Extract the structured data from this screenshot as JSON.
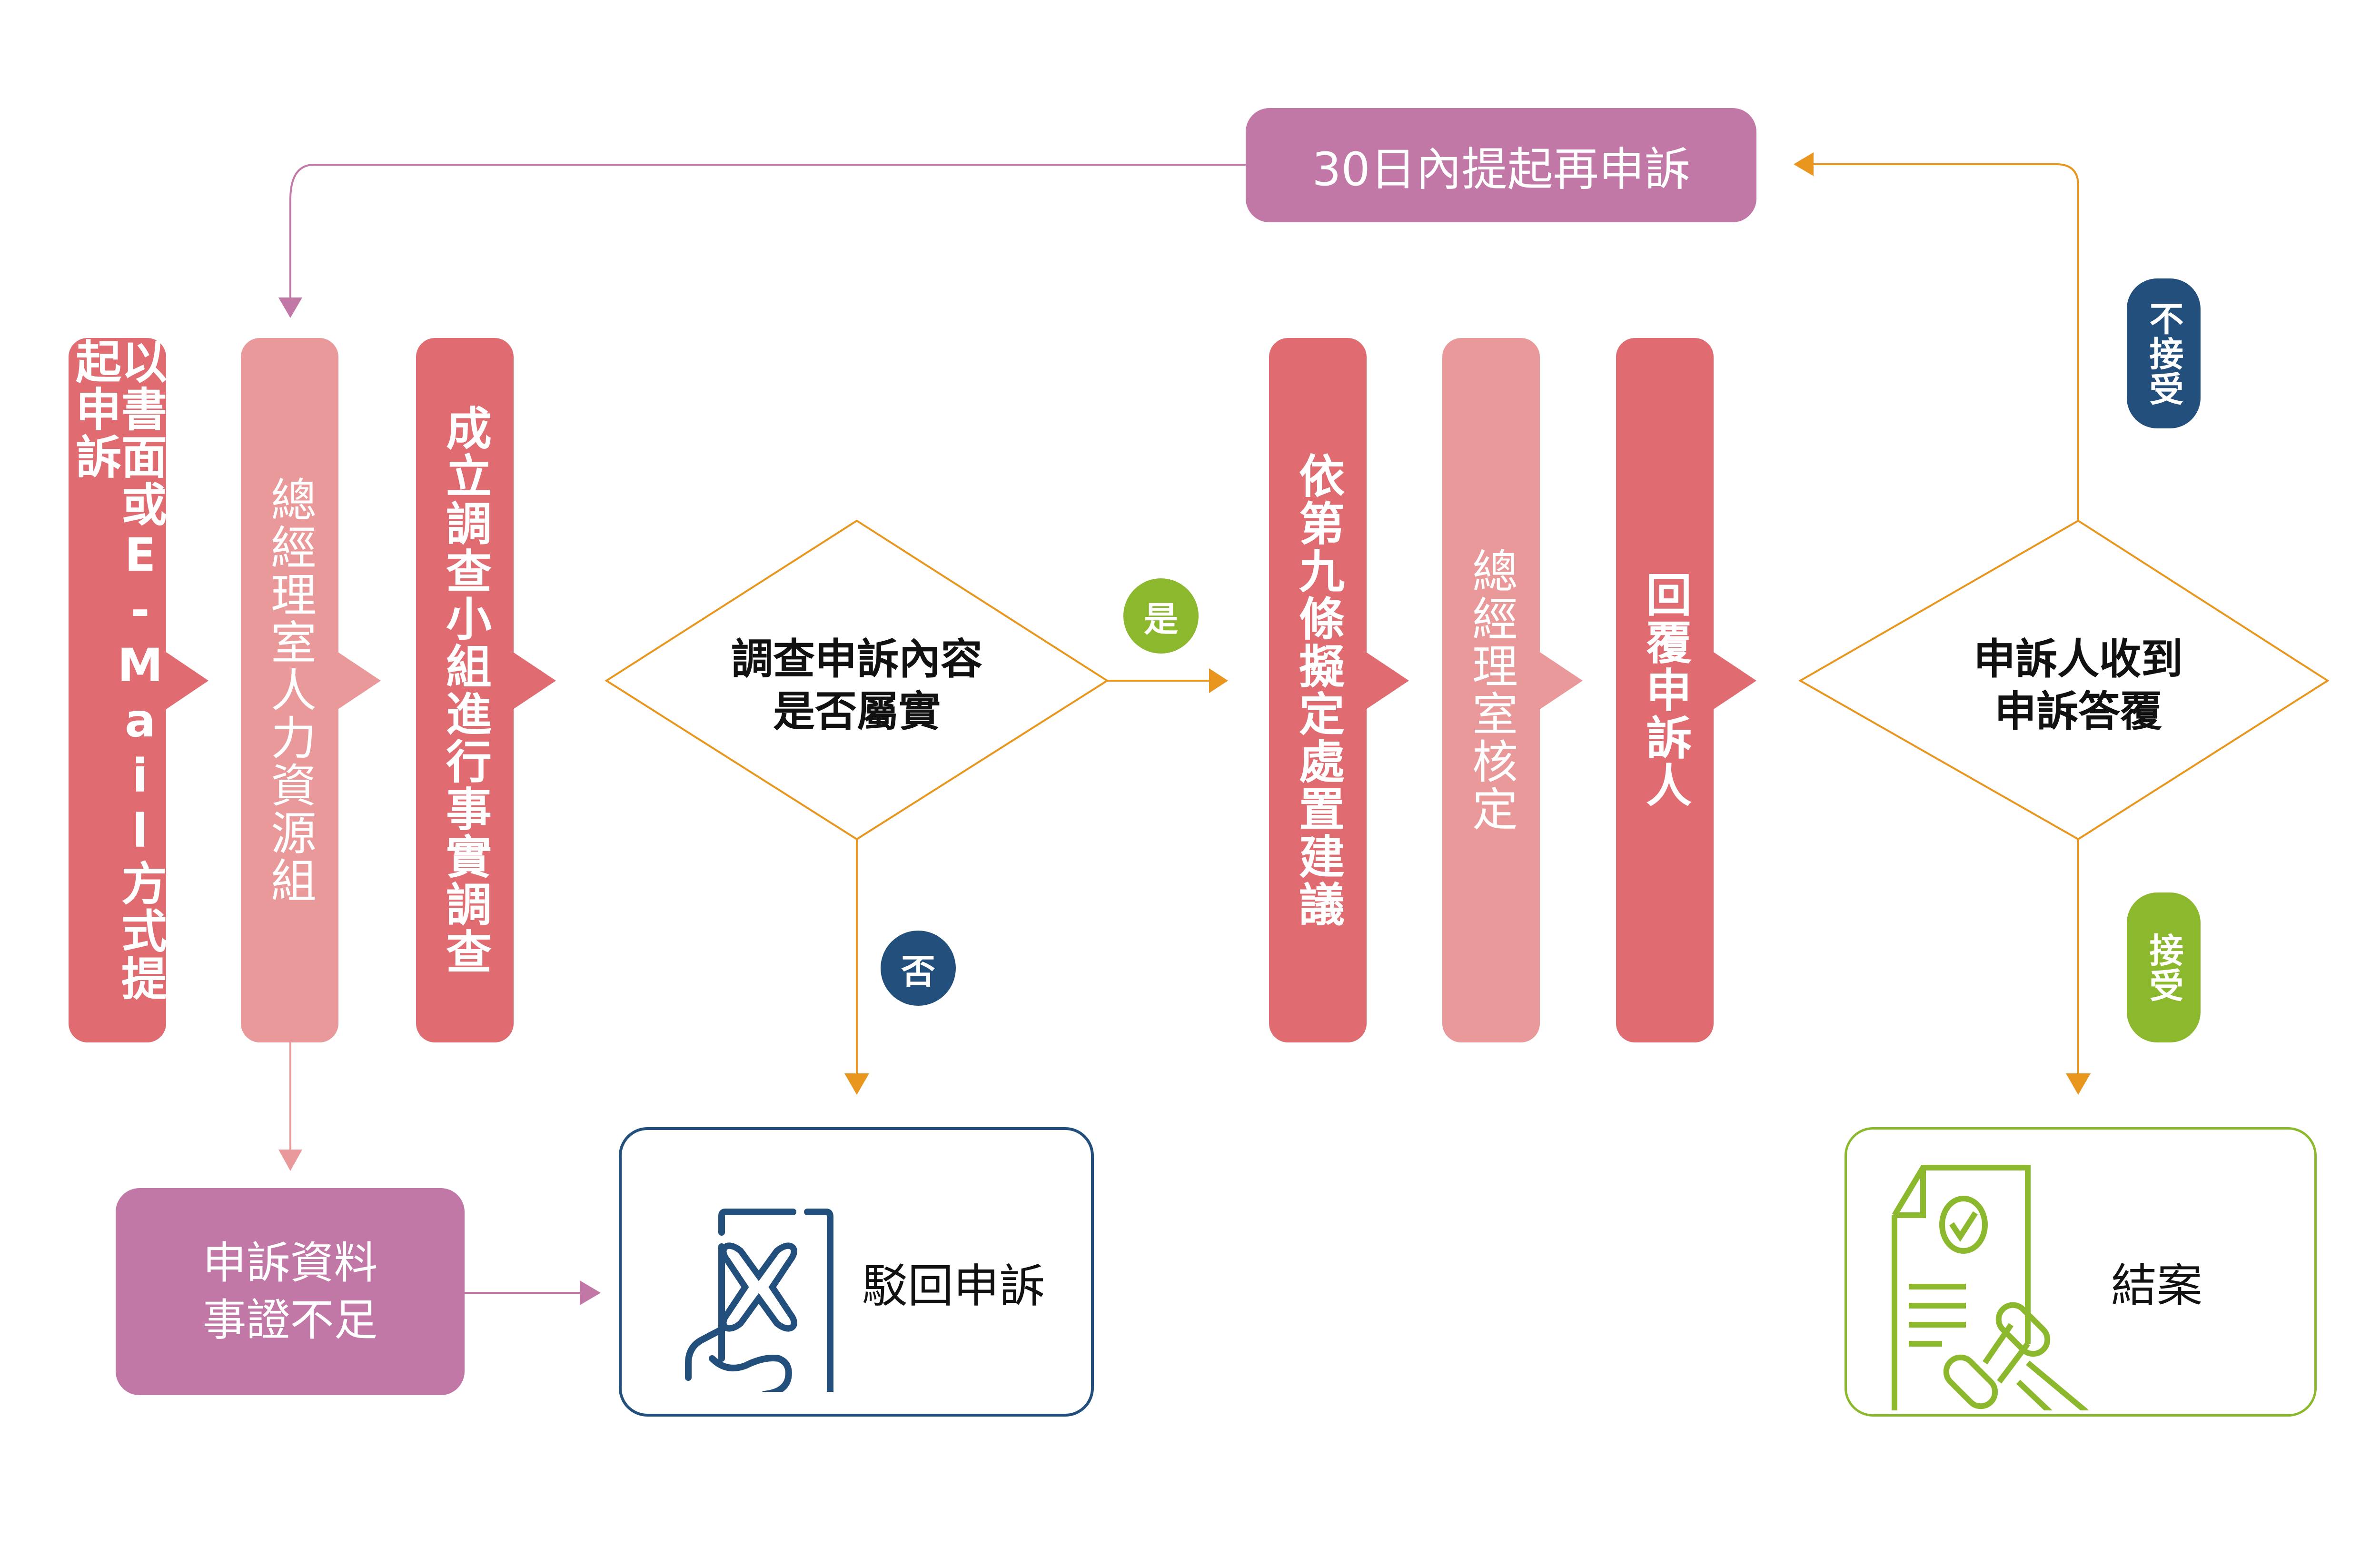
{
  "colors": {
    "step_dark": "#e06b71",
    "step_light": "#e99999",
    "purple": "#c278a6",
    "orange": "#e8961e",
    "navy": "#234f7d",
    "green": "#8cb82e"
  },
  "steps": [
    {
      "label": "以書面或E-Mail方式提起申訴"
    },
    {
      "label": "總經理室人力資源組"
    },
    {
      "label": "成立調查小組進行事實調查"
    },
    {
      "label": "依第九條擬定處置建議"
    },
    {
      "label": "總經理室核定"
    },
    {
      "label": "回覆申訴人"
    }
  ],
  "decisions": [
    {
      "line1": "調查申訴內容",
      "line2": "是否屬實"
    },
    {
      "line1": "申訴人收到",
      "line2": "申訴答覆"
    }
  ],
  "badges": {
    "yes": "是",
    "no": "否",
    "not_accept": "不接受",
    "accept": "接受"
  },
  "reappeal": {
    "label": "30日內提起再申訴"
  },
  "insufficient": {
    "line1": "申訴資料",
    "line2": "事證不足"
  },
  "outcomes": {
    "reject": {
      "label": "駁回申訴",
      "icon": "reject-card-icon"
    },
    "close": {
      "label": "結案",
      "icon": "gavel-document-icon"
    }
  }
}
